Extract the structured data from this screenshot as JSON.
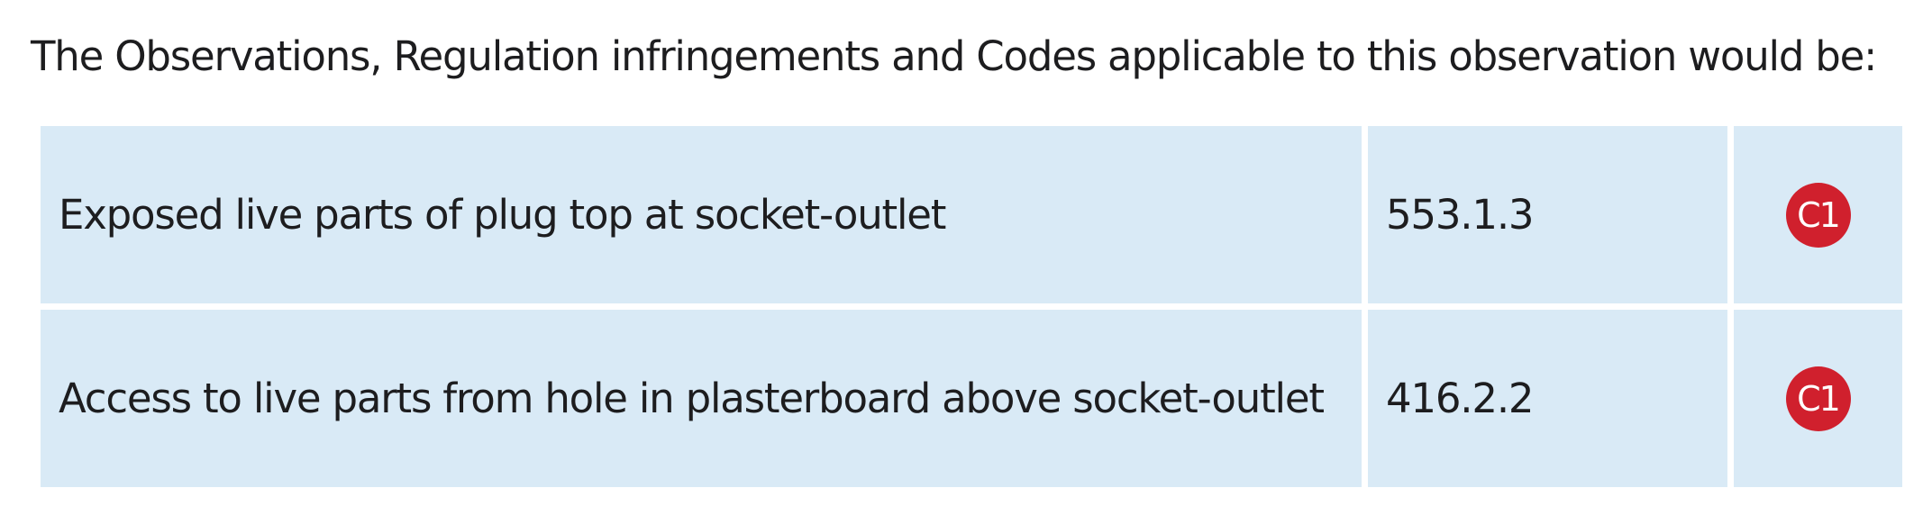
{
  "intro_text": "The Observations, Regulation infringements and Codes applicable to this observation would be:",
  "colors": {
    "row_background": "#d9eaf6",
    "code_badge": "#d0202d",
    "text": "#1d1d1f"
  },
  "rows": [
    {
      "observation": "Exposed live parts of plug top at socket-outlet",
      "regulation": "553.1.3",
      "code": "C1"
    },
    {
      "observation": "Access to live parts from hole in plasterboard above socket-outlet",
      "regulation": "416.2.2",
      "code": "C1"
    }
  ]
}
